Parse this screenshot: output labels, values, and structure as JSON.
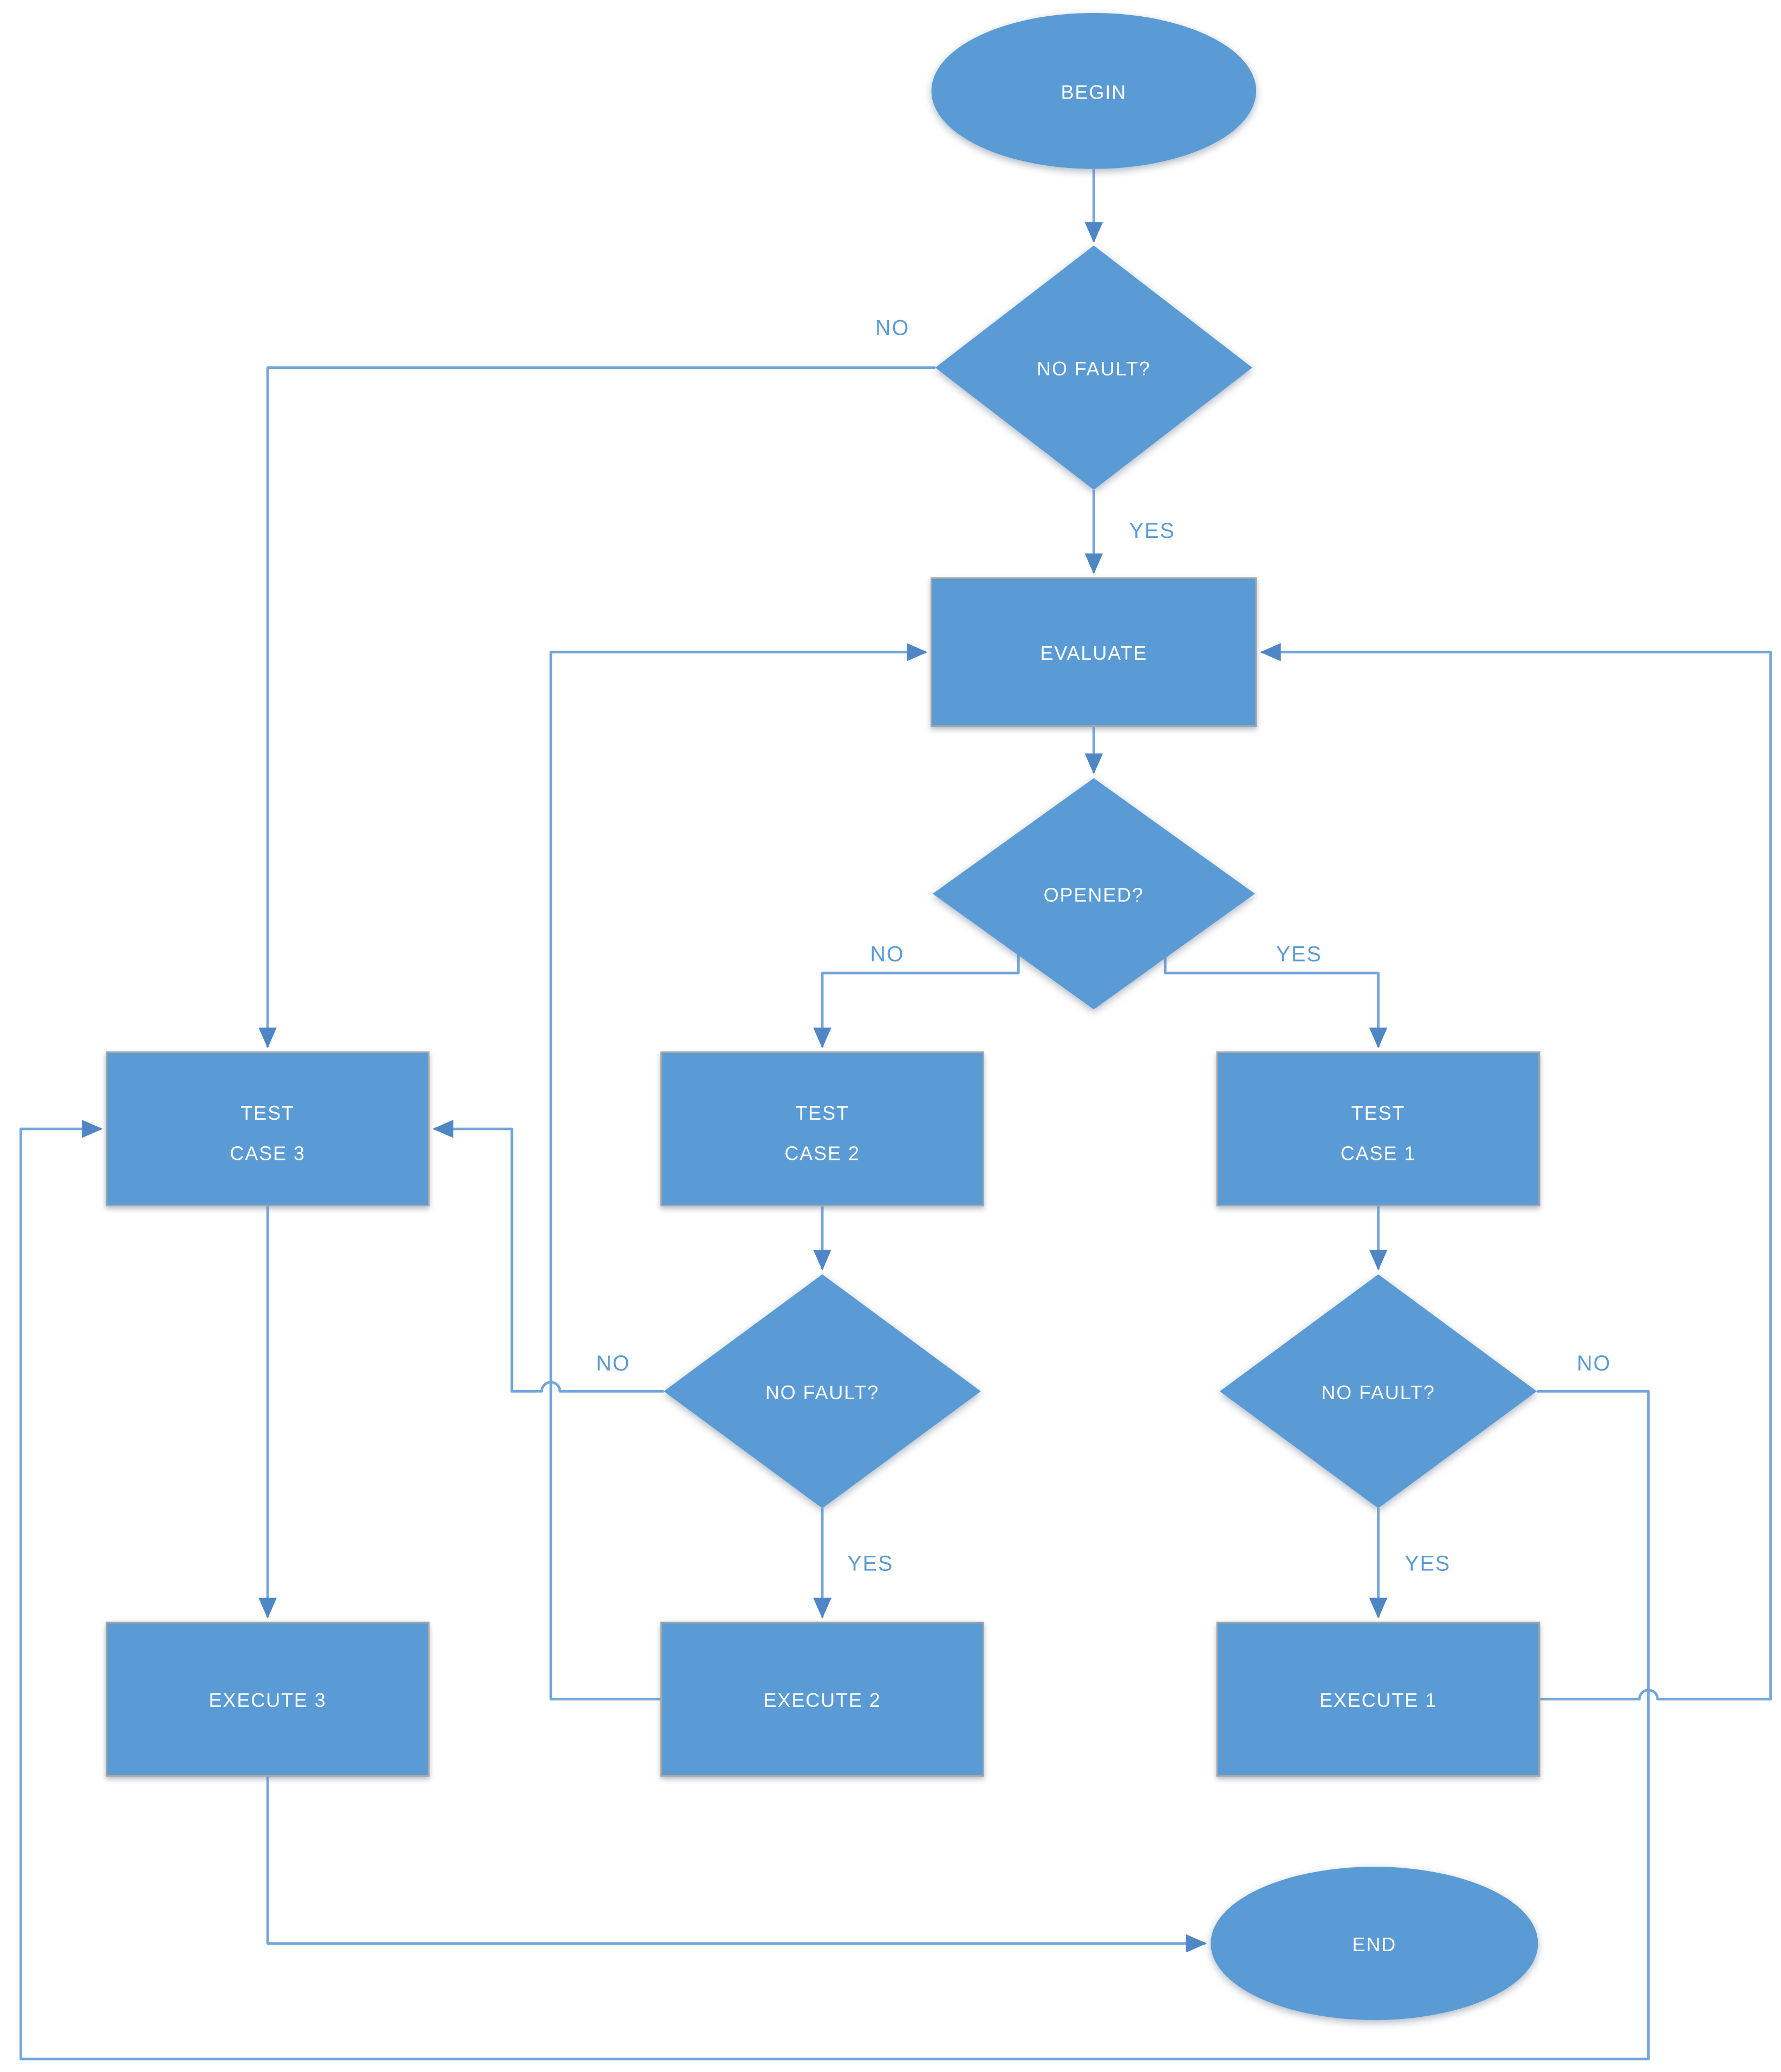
{
  "page": {
    "background": "#ffffff"
  },
  "diagram": {
    "type": "flowchart",
    "colors": {
      "shape_fill": "#5b9bd5",
      "shape_text": "#ffffff",
      "shape_border_gray": "#a6a6a6",
      "connector": "#74a6da",
      "arrowhead": "#4f86c6",
      "edge_label": "#5b9bd5"
    },
    "nodes": {
      "begin": {
        "shape": "ellipse",
        "label": "BEGIN"
      },
      "no_fault_top": {
        "shape": "diamond",
        "label": "NO FAULT?"
      },
      "evaluate": {
        "shape": "process",
        "label": "EVALUATE"
      },
      "opened": {
        "shape": "diamond",
        "label": "OPENED?"
      },
      "test_case_3": {
        "shape": "process",
        "line1": "TEST",
        "line2": "CASE 3"
      },
      "test_case_2": {
        "shape": "process",
        "line1": "TEST",
        "line2": "CASE 2"
      },
      "test_case_1": {
        "shape": "process",
        "line1": "TEST",
        "line2": "CASE 1"
      },
      "no_fault_mid": {
        "shape": "diamond",
        "label": "NO FAULT?"
      },
      "no_fault_right": {
        "shape": "diamond",
        "label": "NO FAULT?"
      },
      "execute_3": {
        "shape": "process",
        "label": "EXECUTE 3"
      },
      "execute_2": {
        "shape": "process",
        "label": "EXECUTE 2"
      },
      "execute_1": {
        "shape": "process",
        "label": "EXECUTE 1"
      },
      "end": {
        "shape": "ellipse",
        "label": "END"
      }
    },
    "edge_labels": {
      "no_fault_top_no": "NO",
      "no_fault_top_yes": "YES",
      "opened_no": "NO",
      "opened_yes": "YES",
      "no_fault_mid_no": "NO",
      "no_fault_mid_yes": "YES",
      "no_fault_right_no": "NO",
      "no_fault_right_yes": "YES"
    },
    "edges": [
      {
        "from": "begin",
        "to": "no_fault_top",
        "label": ""
      },
      {
        "from": "no_fault_top",
        "to": "evaluate",
        "label": "YES"
      },
      {
        "from": "no_fault_top",
        "to": "test_case_3",
        "label": "NO"
      },
      {
        "from": "evaluate",
        "to": "opened",
        "label": ""
      },
      {
        "from": "opened",
        "to": "test_case_2",
        "label": "NO"
      },
      {
        "from": "opened",
        "to": "test_case_1",
        "label": "YES"
      },
      {
        "from": "test_case_2",
        "to": "no_fault_mid",
        "label": ""
      },
      {
        "from": "test_case_1",
        "to": "no_fault_right",
        "label": ""
      },
      {
        "from": "no_fault_mid",
        "to": "execute_2",
        "label": "YES"
      },
      {
        "from": "no_fault_mid",
        "to": "test_case_3",
        "label": "NO"
      },
      {
        "from": "no_fault_right",
        "to": "execute_1",
        "label": "YES"
      },
      {
        "from": "no_fault_right",
        "to": "test_case_3",
        "label": "NO"
      },
      {
        "from": "test_case_3",
        "to": "execute_3",
        "label": ""
      },
      {
        "from": "execute_2",
        "to": "evaluate",
        "label": ""
      },
      {
        "from": "execute_1",
        "to": "evaluate",
        "label": ""
      },
      {
        "from": "execute_3",
        "to": "end",
        "label": ""
      }
    ]
  }
}
